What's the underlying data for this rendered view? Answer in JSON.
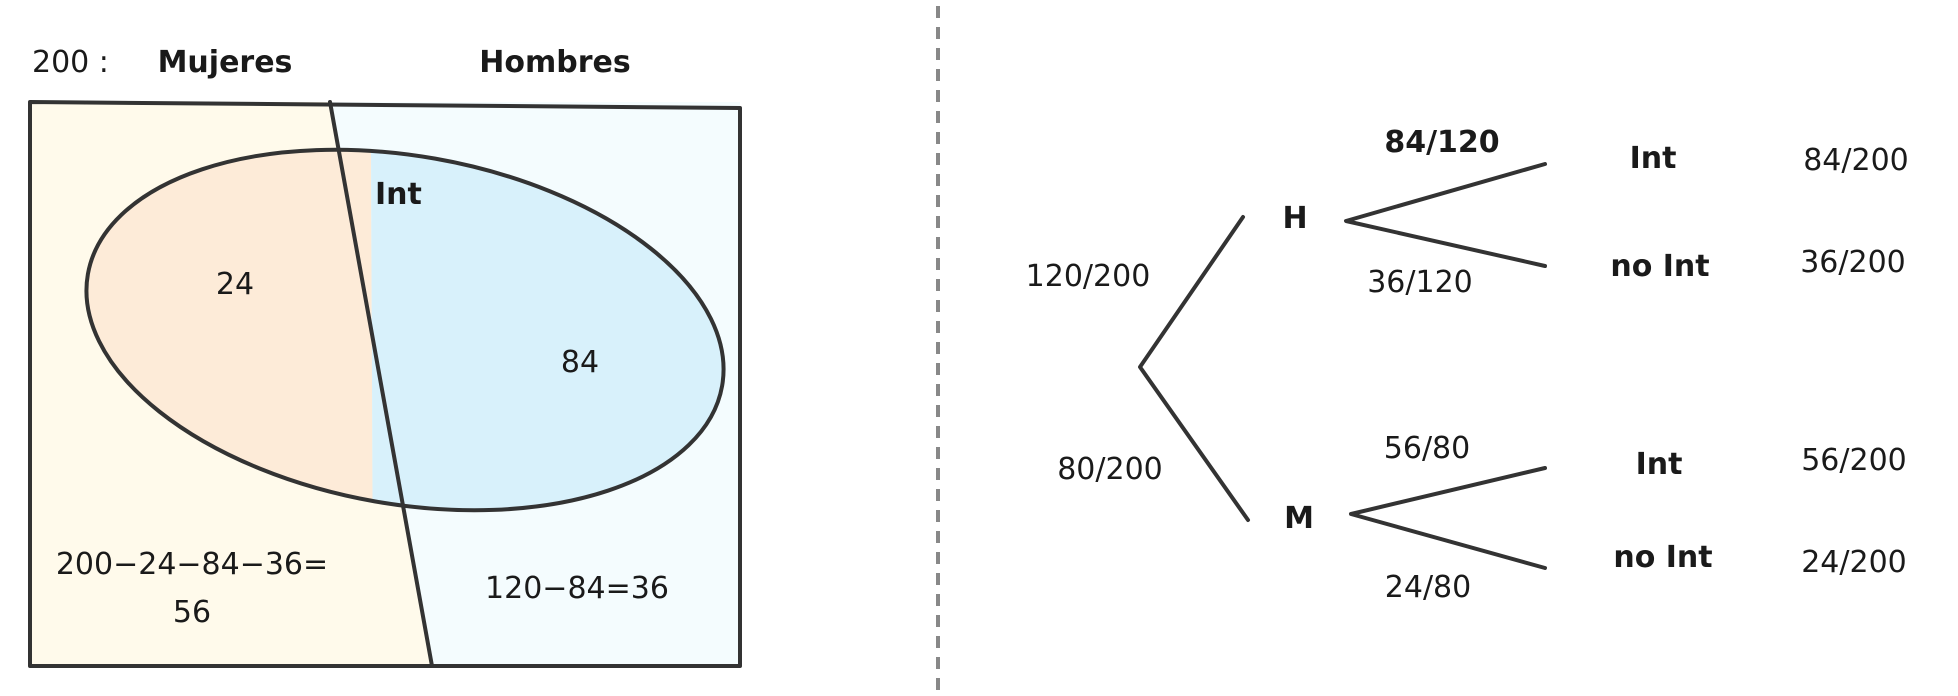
{
  "venn": {
    "total_label": "200 :",
    "left_header": "Mujeres",
    "right_header": "Hombres",
    "set_label": "Int",
    "women_int": "24",
    "men_int": "84",
    "women_not_int_line1": "200−24−84−36=",
    "women_not_int_line2": "56",
    "men_not_int": "120−84=36",
    "colors": {
      "women_region": "#fffaeb",
      "men_region": "#f4fcfe",
      "women_int_region": "#fdebd8",
      "men_int_region": "#d8f1fb"
    }
  },
  "tree": {
    "root_upper_prob": "120/200",
    "root_lower_prob": "80/200",
    "node_h": "H",
    "node_m": "M",
    "h_int_prob": "84/120",
    "h_noint_prob": "36/120",
    "m_int_prob": "56/80",
    "m_noint_prob": "24/80",
    "leaf_h_int": "Int",
    "leaf_h_noint": "no Int",
    "leaf_m_int": "Int",
    "leaf_m_noint": "no Int",
    "joint_h_int": "84/200",
    "joint_h_noint": "36/200",
    "joint_m_int": "56/200",
    "joint_m_noint": "24/200"
  }
}
